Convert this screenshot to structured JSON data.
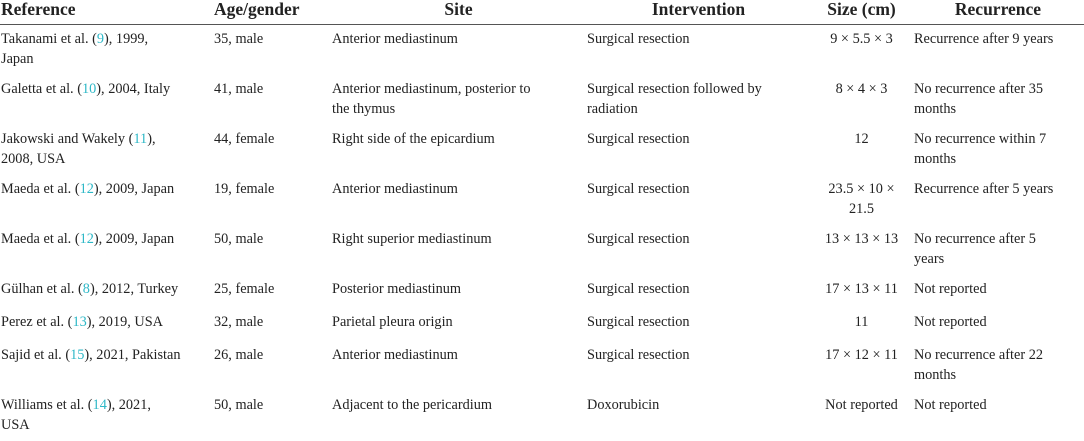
{
  "headers": {
    "reference": "Reference",
    "age_gender": "Age/gender",
    "site": "Site",
    "intervention": "Intervention",
    "size": "Size (cm)",
    "recurrence": "Recurrence"
  },
  "rows": [
    {
      "ref_pre": "Takanami et al. (",
      "ref_num": "9",
      "ref_post": "), 1999,",
      "ref_line2": "Japan",
      "age_gender": "35, male",
      "site_line1": "Anterior mediastinum",
      "site_line2": "",
      "intervention_line1": "Surgical resection",
      "intervention_line2": "",
      "size_line1": "9 × 5.5 × 3",
      "size_line2": "",
      "recurrence_line1": "Recurrence after 9 years",
      "recurrence_line2": ""
    },
    {
      "ref_pre": "Galetta et al. (",
      "ref_num": "10",
      "ref_post": "), 2004, Italy",
      "ref_line2": "",
      "age_gender": "41, male",
      "site_line1": "Anterior mediastinum, posterior to",
      "site_line2": "the thymus",
      "intervention_line1": "Surgical resection followed by",
      "intervention_line2": "radiation",
      "size_line1": "8 × 4 × 3",
      "size_line2": "",
      "recurrence_line1": "No recurrence after 35",
      "recurrence_line2": "months"
    },
    {
      "ref_pre": "Jakowski and Wakely (",
      "ref_num": "11",
      "ref_post": "),",
      "ref_line2": "2008, USA",
      "age_gender": "44, female",
      "site_line1": "Right side of the epicardium",
      "site_line2": "",
      "intervention_line1": "Surgical resection",
      "intervention_line2": "",
      "size_line1": "12",
      "size_line2": "",
      "recurrence_line1": "No recurrence within 7",
      "recurrence_line2": "months"
    },
    {
      "ref_pre": "Maeda et al. (",
      "ref_num": "12",
      "ref_post": "), 2009, Japan",
      "ref_line2": "",
      "age_gender": "19, female",
      "site_line1": "Anterior mediastinum",
      "site_line2": "",
      "intervention_line1": "Surgical resection",
      "intervention_line2": "",
      "size_line1": "23.5 × 10 ×",
      "size_line2": "21.5",
      "recurrence_line1": "Recurrence after 5 years",
      "recurrence_line2": ""
    },
    {
      "ref_pre": "Maeda et al. (",
      "ref_num": "12",
      "ref_post": "), 2009, Japan",
      "ref_line2": "",
      "age_gender": "50, male",
      "site_line1": "Right superior mediastinum",
      "site_line2": "",
      "intervention_line1": "Surgical resection",
      "intervention_line2": "",
      "size_line1": "13 × 13 × 13",
      "size_line2": "",
      "recurrence_line1": "No recurrence after 5",
      "recurrence_line2": "years"
    },
    {
      "ref_pre": "Gülhan et al. (",
      "ref_num": "8",
      "ref_post": "), 2012, Turkey",
      "ref_line2": "",
      "age_gender": "25, female",
      "site_line1": "Posterior mediastinum",
      "site_line2": "",
      "intervention_line1": "Surgical resection",
      "intervention_line2": "",
      "size_line1": "17 × 13 × 11",
      "size_line2": "",
      "recurrence_line1": "Not reported",
      "recurrence_line2": ""
    },
    {
      "ref_pre": "Perez et al. (",
      "ref_num": "13",
      "ref_post": "), 2019, USA",
      "ref_line2": "",
      "age_gender": "32, male",
      "site_line1": "Parietal pleura origin",
      "site_line2": "",
      "intervention_line1": "Surgical resection",
      "intervention_line2": "",
      "size_line1": "11",
      "size_line2": "",
      "recurrence_line1": "Not reported",
      "recurrence_line2": ""
    },
    {
      "ref_pre": "Sajid et al. (",
      "ref_num": "15",
      "ref_post": "), 2021, Pakistan",
      "ref_line2": "",
      "age_gender": "26, male",
      "site_line1": "Anterior mediastinum",
      "site_line2": "",
      "intervention_line1": "Surgical resection",
      "intervention_line2": "",
      "size_line1": "17 × 12 × 11",
      "size_line2": "",
      "recurrence_line1": "No recurrence after 22",
      "recurrence_line2": "months"
    },
    {
      "ref_pre": "Williams et al. (",
      "ref_num": "14",
      "ref_post": "), 2021,",
      "ref_line2": "USA",
      "age_gender": "50, male",
      "site_line1": "Adjacent to the pericardium",
      "site_line2": "",
      "intervention_line1": "Doxorubicin",
      "intervention_line2": "",
      "size_line1": "Not reported",
      "size_line2": "",
      "recurrence_line1": "Not reported",
      "recurrence_line2": ""
    }
  ],
  "colors": {
    "text": "#222222",
    "reference_link": "#2eb8c7",
    "rule": "#555555"
  }
}
